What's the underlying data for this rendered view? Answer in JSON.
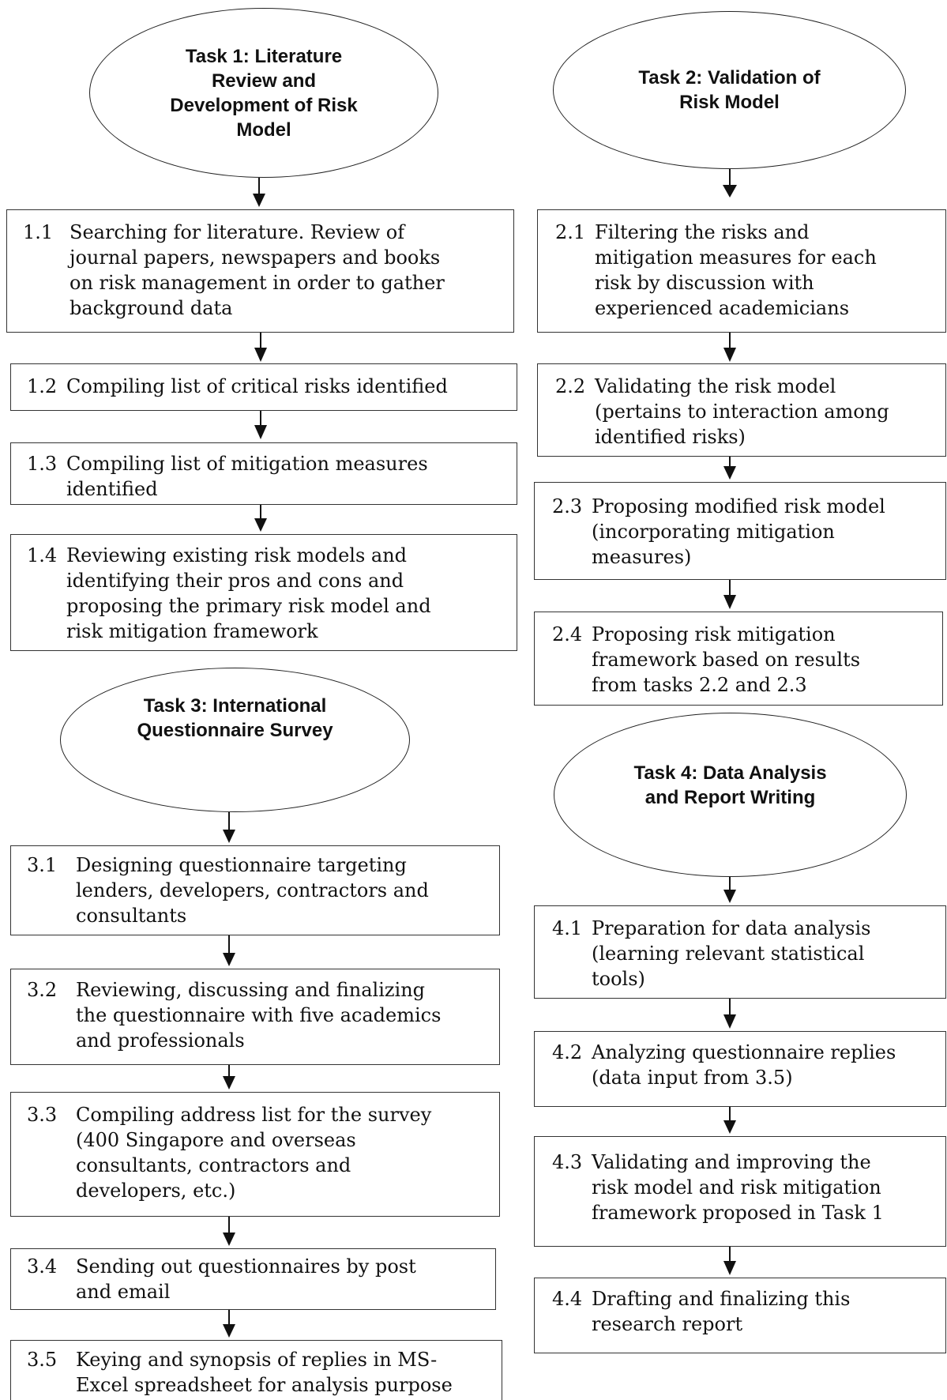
{
  "tasks": {
    "task1": "Task 1: Literature\nReview and\nDevelopment of Risk\nModel",
    "task2": "Task 2: Validation of\nRisk Model",
    "task3": "Task 3: International\nQuestionnaire Survey",
    "task4": "Task 4: Data Analysis\nand Report Writing"
  },
  "steps": {
    "s1_1": {
      "num": "1.1",
      "text": "Searching for literature. Review of\njournal papers, newspapers and books\non risk management in order to gather\nbackground data"
    },
    "s1_2": {
      "num": "1.2",
      "text": "Compiling list of critical risks identified"
    },
    "s1_3": {
      "num": "1.3",
      "text": "Compiling list of mitigation measures\nidentified"
    },
    "s1_4": {
      "num": "1.4",
      "text": "Reviewing existing risk models and\nidentifying their pros and cons and\nproposing the primary risk model and\nrisk mitigation framework"
    },
    "s2_1": {
      "num": "2.1",
      "text": "Filtering the risks and\nmitigation measures for each\nrisk by discussion with\nexperienced academicians"
    },
    "s2_2": {
      "num": "2.2",
      "text": "Validating the risk model\n(pertains to interaction among\nidentified risks)"
    },
    "s2_3": {
      "num": "2.3",
      "text": "Proposing modified risk model\n(incorporating mitigation\nmeasures)"
    },
    "s2_4": {
      "num": "2.4",
      "text": "Proposing risk mitigation\nframework based on results\nfrom tasks 2.2 and 2.3"
    },
    "s3_1": {
      "num": "3.1",
      "text": "Designing questionnaire targeting\nlenders, developers, contractors and\nconsultants"
    },
    "s3_2": {
      "num": "3.2",
      "text": "Reviewing, discussing and finalizing\nthe questionnaire with five academics\nand professionals"
    },
    "s3_3": {
      "num": "3.3",
      "text": "Compiling address list for the survey\n(400 Singapore and overseas\nconsultants, contractors and\ndevelopers, etc.)"
    },
    "s3_4": {
      "num": "3.4",
      "text": "Sending out questionnaires by post\nand email"
    },
    "s3_5": {
      "num": "3.5",
      "text": "Keying and synopsis of replies in MS-\nExcel spreadsheet for analysis purpose"
    },
    "s4_1": {
      "num": "4.1",
      "text": "Preparation for data analysis\n(learning relevant statistical\ntools)"
    },
    "s4_2": {
      "num": "4.2",
      "text": "Analyzing questionnaire replies\n(data input from 3.5)"
    },
    "s4_3": {
      "num": "4.3",
      "text": "Validating and improving the\nrisk model and risk mitigation\nframework proposed in Task 1"
    },
    "s4_4": {
      "num": "4.4",
      "text": "Drafting and finalizing this\nresearch report"
    }
  }
}
